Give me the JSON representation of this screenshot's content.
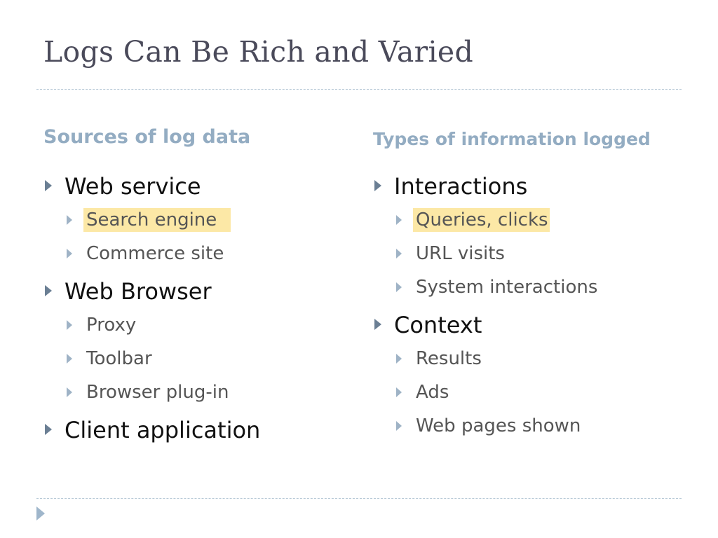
{
  "slide": {
    "title": "Logs Can Be Rich and Varied",
    "left": {
      "heading": "Sources of log data",
      "items": [
        {
          "label": "Web service",
          "children": [
            {
              "label": "Search engine",
              "highlight": true
            },
            {
              "label": "Commerce site"
            }
          ]
        },
        {
          "label": "Web Browser",
          "children": [
            {
              "label": "Proxy"
            },
            {
              "label": "Toolbar"
            },
            {
              "label": "Browser plug-in"
            }
          ]
        },
        {
          "label": "Client application",
          "children": []
        }
      ]
    },
    "right": {
      "heading": "Types of information logged",
      "items": [
        {
          "label": "Interactions",
          "children": [
            {
              "label": "Queries, clicks",
              "highlight": true
            },
            {
              "label": "URL visits"
            },
            {
              "label": "System interactions"
            }
          ]
        },
        {
          "label": "Context",
          "children": [
            {
              "label": "Results"
            },
            {
              "label": "Ads"
            },
            {
              "label": "Web pages shown"
            }
          ]
        }
      ]
    },
    "colors": {
      "title": "#4a4a5a",
      "heading": "#93acc2",
      "highlight": "#fce8a6",
      "bullet": "#6b7f94"
    }
  }
}
